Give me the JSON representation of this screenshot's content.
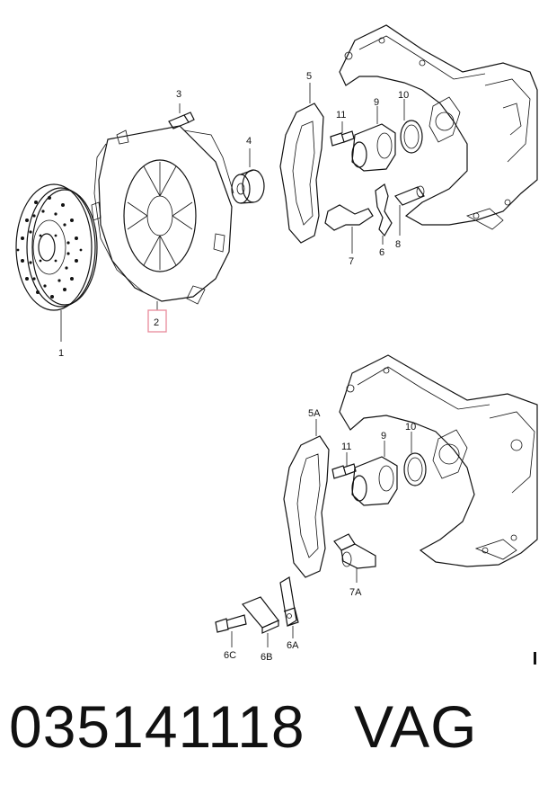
{
  "callouts": {
    "c1": "1",
    "c2": "2",
    "c3": "3",
    "c4": "4",
    "c5": "5",
    "c6": "6",
    "c7": "7",
    "c8": "8",
    "c9_top": "9",
    "c10_top": "10",
    "c11_top": "11",
    "c5A": "5A",
    "c9_bottom": "9",
    "c10_bottom": "10",
    "c11_bottom": "11",
    "c7A": "7A",
    "c6A": "6A",
    "c6B": "6B",
    "c6C": "6C"
  },
  "highlight_color": "#e88a9a",
  "footer": {
    "part_number": "035141118",
    "brand": "VAG"
  }
}
